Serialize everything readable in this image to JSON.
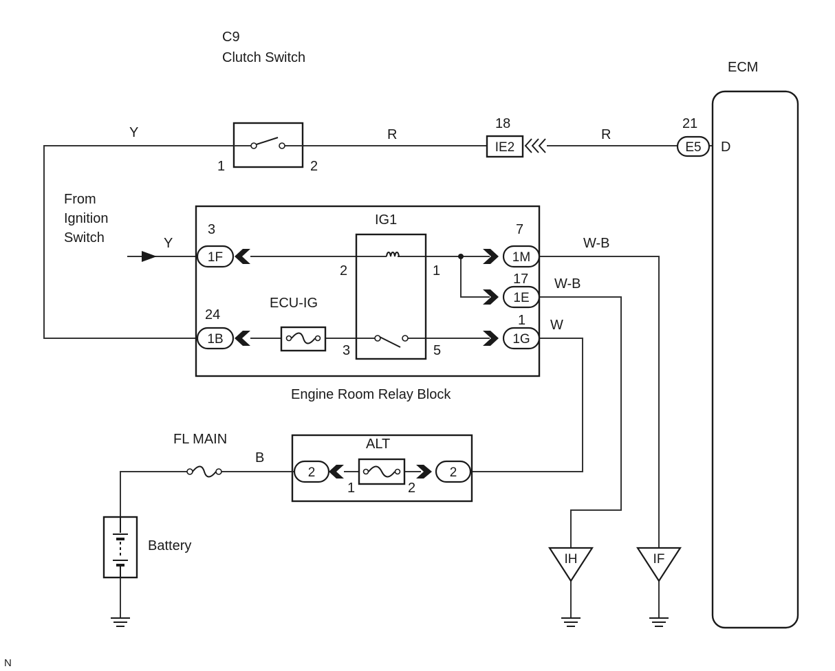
{
  "clutch_switch": {
    "ref": "C9",
    "name": "Clutch Switch",
    "pin_a": "1",
    "pin_b": "2"
  },
  "ecm": {
    "title": "ECM",
    "terminal": "D",
    "connector": "E5",
    "pin": "21"
  },
  "wires": {
    "switch_feed": "Y",
    "switch_to_ie2": "R",
    "ie2_to_ecm": "R",
    "ig_input": "Y",
    "out_1m": "W-B",
    "out_1e": "W-B",
    "out_1g": "W",
    "fl_main_out": "B"
  },
  "ie2": {
    "label": "IE2",
    "pin": "18"
  },
  "ignition_source": {
    "line1": "From",
    "line2": "Ignition",
    "line3": "Switch"
  },
  "relay_block": {
    "name": "Engine Room Relay Block",
    "ig1": {
      "name": "IG1",
      "pin1": "1",
      "pin2": "2",
      "pin3": "3",
      "pin5": "5"
    },
    "fuse": {
      "name": "ECU-IG"
    },
    "connectors": {
      "c1f": {
        "label": "1F",
        "pin": "3"
      },
      "c1b": {
        "label": "1B",
        "pin": "24"
      },
      "c1m": {
        "label": "1M",
        "pin": "7"
      },
      "c1e": {
        "label": "1E",
        "pin": "17"
      },
      "c1g": {
        "label": "1G",
        "pin": "1"
      }
    }
  },
  "fl_main": {
    "name": "FL MAIN"
  },
  "alt_block": {
    "name": "ALT",
    "left_conn": "2",
    "right_conn": "2",
    "pin1": "1",
    "pin2": "2"
  },
  "battery": {
    "name": "Battery"
  },
  "grounds": {
    "ih": "IH",
    "if": "IF"
  },
  "footer_mark": "N"
}
